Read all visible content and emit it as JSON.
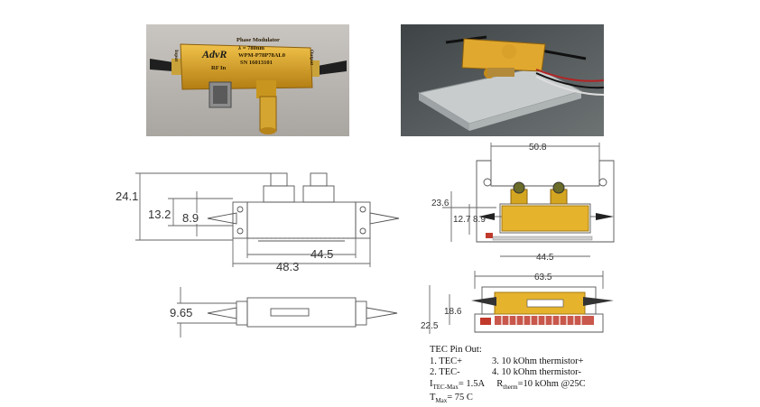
{
  "labels": {
    "photo_left": {
      "title": "Phase Modulator",
      "wavelength": "λ = 780nm",
      "model": "WPM-P78P78AL0",
      "serial": "SN 16013101",
      "brand": "AdvR",
      "input": "Input",
      "output": "Output",
      "rf_in": "RF In"
    }
  },
  "dimensions": {
    "front_height_total": "24.1",
    "front_height_body": "13.2",
    "front_fiber_height": "8.9",
    "front_body_length": "44.5",
    "front_total_length": "48.3",
    "bottom_height": "9.65",
    "tec_front_height": "23.6",
    "tec_body_height": "12.7",
    "tec_fiber_height": "8.9",
    "tec_body_length": "44.5",
    "tec_mount_width": "50.8",
    "tec_side_length": "63.5",
    "tec_side_height": "18.6",
    "tec_side_total": "22.5"
  },
  "tec_pinout": {
    "title": "TEC Pin Out:",
    "pins": [
      {
        "left": "1.  TEC+",
        "right": "3.  10 kOhm thermistor+"
      },
      {
        "left": "2.  TEC-",
        "right": "4.  10 kOhm thermistor-"
      }
    ],
    "itec_sym": "I",
    "itec_sub": "TEC-Max",
    "itec_val": "= 1.5A",
    "rtherm_sym": "R",
    "rtherm_sub": "therm",
    "rtherm_val": "=10 kOhm @25C",
    "tmax_sym": "T",
    "tmax_sub": "Max",
    "tmax_val": "= 75 C"
  },
  "colors": {
    "gold": "#d9a52a",
    "line": "#555555",
    "red": "#c0392b"
  }
}
